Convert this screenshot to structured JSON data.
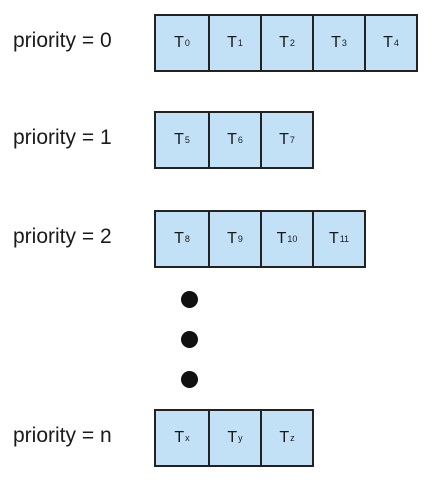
{
  "queues": [
    {
      "label": "priority = 0",
      "tasks": [
        {
          "name": "T",
          "sub": "0"
        },
        {
          "name": "T",
          "sub": "1"
        },
        {
          "name": "T",
          "sub": "2"
        },
        {
          "name": "T",
          "sub": "3"
        },
        {
          "name": "T",
          "sub": "4"
        }
      ]
    },
    {
      "label": "priority = 1",
      "tasks": [
        {
          "name": "T",
          "sub": "5"
        },
        {
          "name": "T",
          "sub": "6"
        },
        {
          "name": "T",
          "sub": "7"
        }
      ]
    },
    {
      "label": "priority = 2",
      "tasks": [
        {
          "name": "T",
          "sub": "8"
        },
        {
          "name": "T",
          "sub": "9"
        },
        {
          "name": "T",
          "sub": "10"
        },
        {
          "name": "T",
          "sub": "11"
        }
      ]
    },
    {
      "label": "priority = n",
      "tasks": [
        {
          "name": "T",
          "sub": "x"
        },
        {
          "name": "T",
          "sub": "y"
        },
        {
          "name": "T",
          "sub": "z"
        }
      ]
    }
  ],
  "colors": {
    "cell_fill": "#c2e1f6",
    "border": "#222222",
    "dots": "#111111"
  }
}
